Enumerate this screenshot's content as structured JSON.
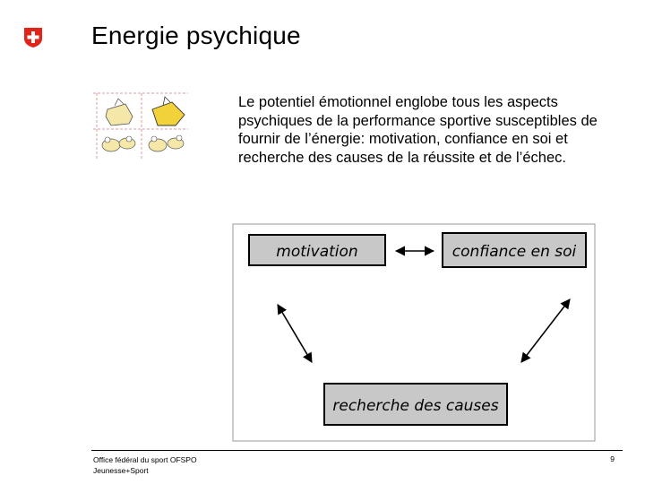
{
  "header": {
    "title": "Energie psychique"
  },
  "content": {
    "paragraph": "Le potentiel émotionnel englobe tous les aspects psychiques de la performance sportive susceptibles de fournir de l’énergie: motivation, confiance en soi et recherche des causes de la réussite et de l’échec."
  },
  "diagram": {
    "box_motivation": "motivation",
    "box_confiance": "confiance en soi",
    "box_recherche": "recherche des causes"
  },
  "footer": {
    "org_line1": "Office fédéral du sport OFSPO",
    "org_line2": "Jeunesse+Sport",
    "page_number": "9"
  },
  "colors": {
    "logo_red": "#e2231a",
    "box_fill": "#c8c8c8",
    "thumb_yellow": "#f2d23a"
  },
  "icons": {
    "logo": "swiss-cross-icon"
  }
}
